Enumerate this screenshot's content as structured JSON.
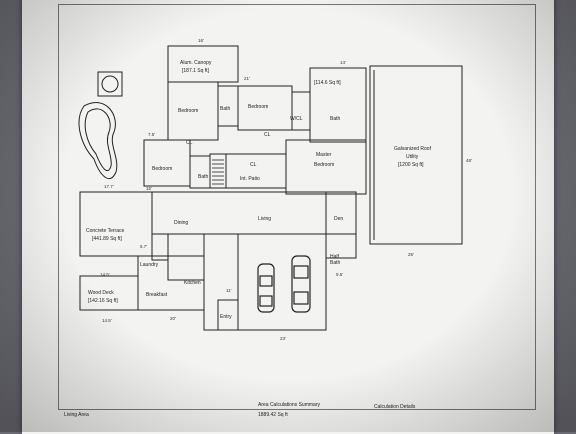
{
  "rooms": {
    "alum_canopy": "Alum. Canopy",
    "alum_canopy_area": "[187.1 Sq ft]",
    "bedroom1": "Bedroom",
    "bath1": "Bath",
    "bedroom2": "Bedroom",
    "wcl": "W/CL",
    "bath2": "Bath",
    "area_114": "[114.6 Sq ft]",
    "bedroom3": "Bedroom",
    "bath3": "Bath",
    "cl1": "CL",
    "cl2": "CL",
    "cl3": "CL",
    "int_patio": "Int. Patio",
    "master_bedroom_1": "Master",
    "master_bedroom_2": "Bedroom",
    "galvanized_roof": "Galvanized Roof",
    "utility": "Utility",
    "utility_area": "[1200 Sq ft]",
    "concrete_terrace": "Concrete Terrace",
    "concrete_terrace_area": "[441.89 Sq ft]",
    "dining": "Dining",
    "living": "Living",
    "den": "Den",
    "laundry": "Laundry",
    "kitchen": "Kitchen",
    "wood_deck": "Wood Deck",
    "wood_deck_area": "[142.16 Sq ft]",
    "breakfast": "Breakfast",
    "entry": "Entry",
    "half_bath_1": "Half",
    "half_bath_2": "Bath"
  },
  "dimensions": {
    "d_16": "16'",
    "d_21": "21'",
    "d_14": "14'",
    "d_25": "25'",
    "d_23": "23'",
    "d_20": "20'",
    "d_145": "14.5'",
    "d_145b": "14.5'",
    "d_75": "7.5'",
    "d_177": "17.7'",
    "d_15": "15'",
    "d_57": "5.7'",
    "d_95": "9.5'",
    "d_11": "11'",
    "d_48": "48'"
  },
  "summary": {
    "title": "Area Calculations Summary",
    "living_area_label": "Living Area",
    "living_area_value": "1889.42 Sq ft",
    "calc_title": "Calculation Details"
  }
}
